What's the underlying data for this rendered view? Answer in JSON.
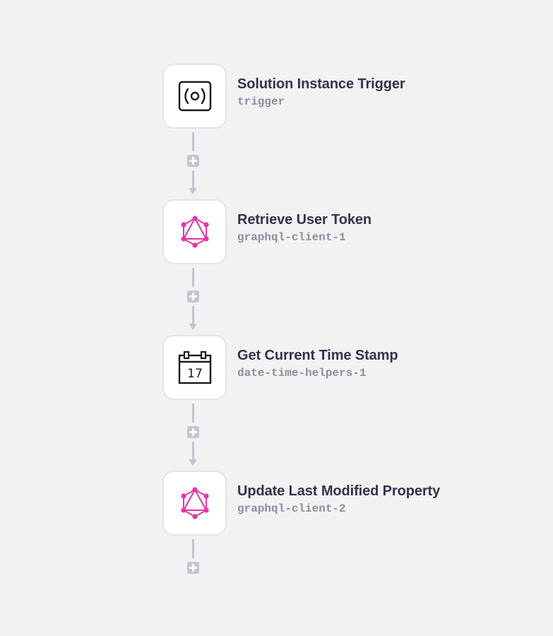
{
  "flow": {
    "steps": [
      {
        "title": "Solution Instance Trigger",
        "key": "trigger",
        "icon": "trigger-icon"
      },
      {
        "title": "Retrieve User Token",
        "key": "graphql-client-1",
        "icon": "graphql-icon"
      },
      {
        "title": "Get Current Time Stamp",
        "key": "date-time-helpers-1",
        "icon": "calendar-icon"
      },
      {
        "title": "Update Last Modified Property",
        "key": "graphql-client-2",
        "icon": "graphql-icon"
      }
    ]
  },
  "calendar": {
    "day": "17"
  },
  "colors": {
    "background": "#f2f2f3",
    "card": "#ffffff",
    "card_border": "#e4e4e7",
    "title": "#32344b",
    "key": "#8c8d9e",
    "connector": "#c4c4d2",
    "graphql": "#e535ab",
    "icon_dark": "#1a1a1a"
  }
}
